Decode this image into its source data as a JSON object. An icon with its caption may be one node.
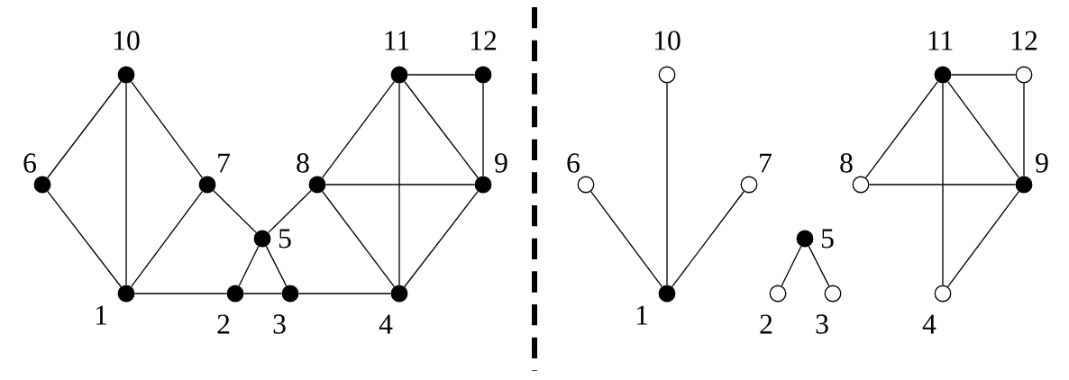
{
  "diagram": {
    "nodes": [
      {
        "text": [],
        "shape": "dot",
        "beside": [
          "10"
        ]
      },
      {
        "text": [],
        "shape": "dot",
        "beside": [
          "11"
        ]
      },
      {
        "text": [],
        "shape": "dot",
        "beside": [
          "12"
        ]
      },
      {
        "text": [],
        "shape": "dot",
        "beside": [
          "6"
        ]
      },
      {
        "text": [],
        "shape": "dot",
        "beside": [
          "7"
        ]
      },
      {
        "text": [],
        "shape": "dot",
        "beside": [
          "8"
        ]
      },
      {
        "text": [],
        "shape": "dot",
        "beside": [
          "9"
        ]
      },
      {
        "text": [],
        "shape": "dot",
        "beside": [
          "5"
        ]
      },
      {
        "text": [],
        "shape": "dot",
        "beside": [
          "1"
        ]
      },
      {
        "text": [],
        "shape": "dot",
        "beside": [
          "2"
        ]
      },
      {
        "text": [],
        "shape": "dot",
        "beside": [
          "3"
        ]
      },
      {
        "text": [],
        "shape": "dot",
        "beside": [
          "4"
        ]
      },
      {
        "text": [],
        "shape": "circle",
        "beside": [
          "10"
        ]
      },
      {
        "text": [],
        "shape": "dot",
        "beside": [
          "11"
        ]
      },
      {
        "text": [],
        "shape": "circle",
        "beside": [
          "12"
        ]
      },
      {
        "text": [],
        "shape": "circle",
        "beside": [
          "6"
        ]
      },
      {
        "text": [],
        "shape": "circle",
        "beside": [
          "7"
        ]
      },
      {
        "text": [],
        "shape": "circle",
        "beside": [
          "8"
        ]
      },
      {
        "text": [],
        "shape": "dot",
        "beside": [
          "9"
        ]
      },
      {
        "text": [],
        "shape": "dot",
        "beside": [
          "5"
        ]
      },
      {
        "text": [],
        "shape": "dot",
        "beside": [
          "1"
        ]
      },
      {
        "text": [],
        "shape": "circle",
        "beside": [
          "2"
        ]
      },
      {
        "text": [],
        "shape": "circle",
        "beside": [
          "3"
        ]
      },
      {
        "text": [],
        "shape": "circle",
        "beside": [
          "4"
        ]
      }
    ],
    "edges": [
      {
        "from": 0,
        "to": 3,
        "arrow": "none"
      },
      {
        "from": 0,
        "to": 8,
        "arrow": "none"
      },
      {
        "from": 0,
        "to": 4,
        "arrow": "none"
      },
      {
        "from": 3,
        "to": 8,
        "arrow": "none"
      },
      {
        "from": 4,
        "to": 8,
        "arrow": "none"
      },
      {
        "from": 4,
        "to": 7,
        "arrow": "none"
      },
      {
        "from": 8,
        "to": 9,
        "arrow": "none"
      },
      {
        "from": 9,
        "to": 10,
        "arrow": "none"
      },
      {
        "from": 10,
        "to": 11,
        "arrow": "none"
      },
      {
        "from": 7,
        "to": 9,
        "arrow": "none"
      },
      {
        "from": 7,
        "to": 10,
        "arrow": "none"
      },
      {
        "from": 7,
        "to": 5,
        "arrow": "none"
      },
      {
        "from": 5,
        "to": 1,
        "arrow": "none"
      },
      {
        "from": 5,
        "to": 6,
        "arrow": "none"
      },
      {
        "from": 5,
        "to": 11,
        "arrow": "none"
      },
      {
        "from": 1,
        "to": 2,
        "arrow": "none"
      },
      {
        "from": 1,
        "to": 6,
        "arrow": "none"
      },
      {
        "from": 1,
        "to": 11,
        "arrow": "none"
      },
      {
        "from": 2,
        "to": 6,
        "arrow": "none"
      },
      {
        "from": 6,
        "to": 11,
        "arrow": "none"
      },
      {
        "from": 12,
        "to": 20,
        "arrow": "none"
      },
      {
        "from": 15,
        "to": 20,
        "arrow": "none"
      },
      {
        "from": 16,
        "to": 20,
        "arrow": "none"
      },
      {
        "from": 19,
        "to": 21,
        "arrow": "none"
      },
      {
        "from": 19,
        "to": 22,
        "arrow": "none"
      },
      {
        "from": 13,
        "to": 14,
        "arrow": "none"
      },
      {
        "from": 13,
        "to": 17,
        "arrow": "none"
      },
      {
        "from": 13,
        "to": 18,
        "arrow": "none"
      },
      {
        "from": 13,
        "to": 23,
        "arrow": "none"
      },
      {
        "from": 14,
        "to": 18,
        "arrow": "none"
      },
      {
        "from": 17,
        "to": 18,
        "arrow": "none"
      },
      {
        "from": 18,
        "to": 23,
        "arrow": "none"
      }
    ]
  }
}
